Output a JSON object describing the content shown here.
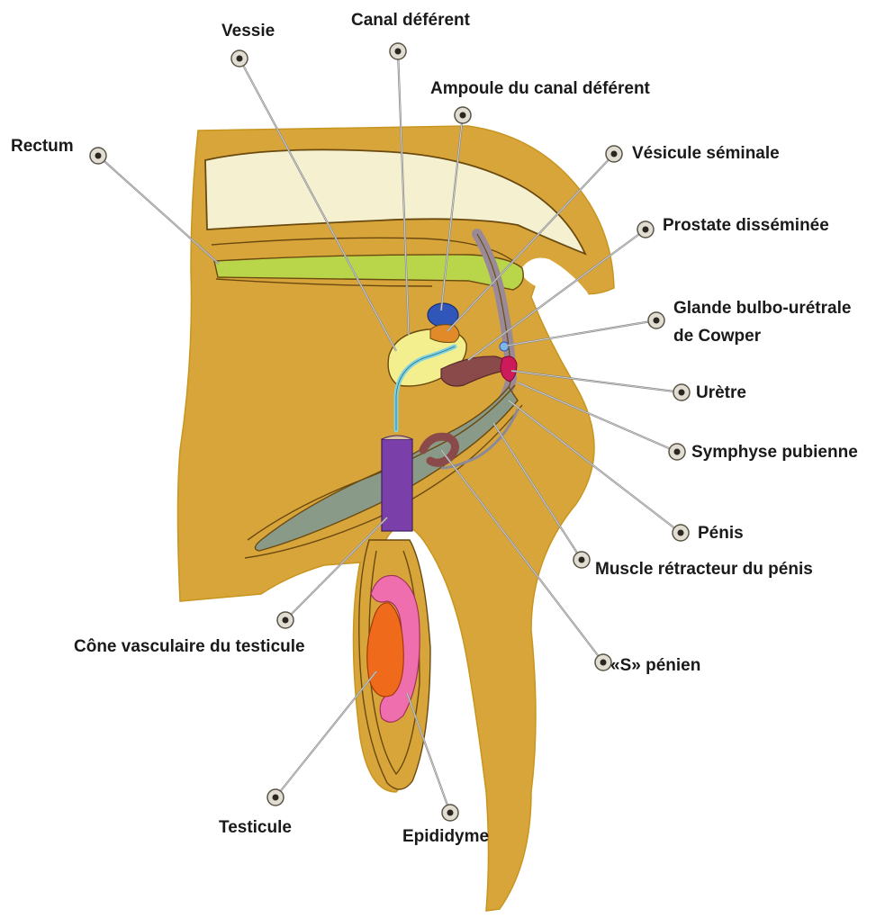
{
  "colors": {
    "background": "#ffffff",
    "body": "#d8a53a",
    "outline": "#6b4a10",
    "spine_bone": "#f5f0d0",
    "rectum": "#b9d64a",
    "bladder": "#f4ef8e",
    "vas_deferens": "#7fd3e0",
    "ampulla": "#2f56b8",
    "seminal_vesicle": "#e08a2a",
    "prostate": "#8a4a4a",
    "bulbourethral_gland": "#cc1a5a",
    "urethra_penis": "#8a9a88",
    "retractor_muscle": "#8a8a9a",
    "vascular_cone": "#7a3fa8",
    "epididymis": "#ef6fae",
    "testis": "#f06a1c"
  },
  "labels": {
    "vessie": "Vessie",
    "canal_deferent": "Canal déférent",
    "ampoule": "Ampoule du canal déférent",
    "rectum": "Rectum",
    "vesicule": "Vésicule séminale",
    "prostate": "Prostate disséminée",
    "glande_line1": "Glande bulbo-urétrale",
    "glande_line2": "de Cowper",
    "uretre": "Urètre",
    "symphyse": "Symphyse pubienne",
    "penis": "Pénis",
    "muscle": "Muscle rétracteur du pénis",
    "s_penien": "«S» pénien",
    "cone": "Cône vasculaire du testicule",
    "testicule": "Testicule",
    "epididyme": "Epididyme"
  }
}
